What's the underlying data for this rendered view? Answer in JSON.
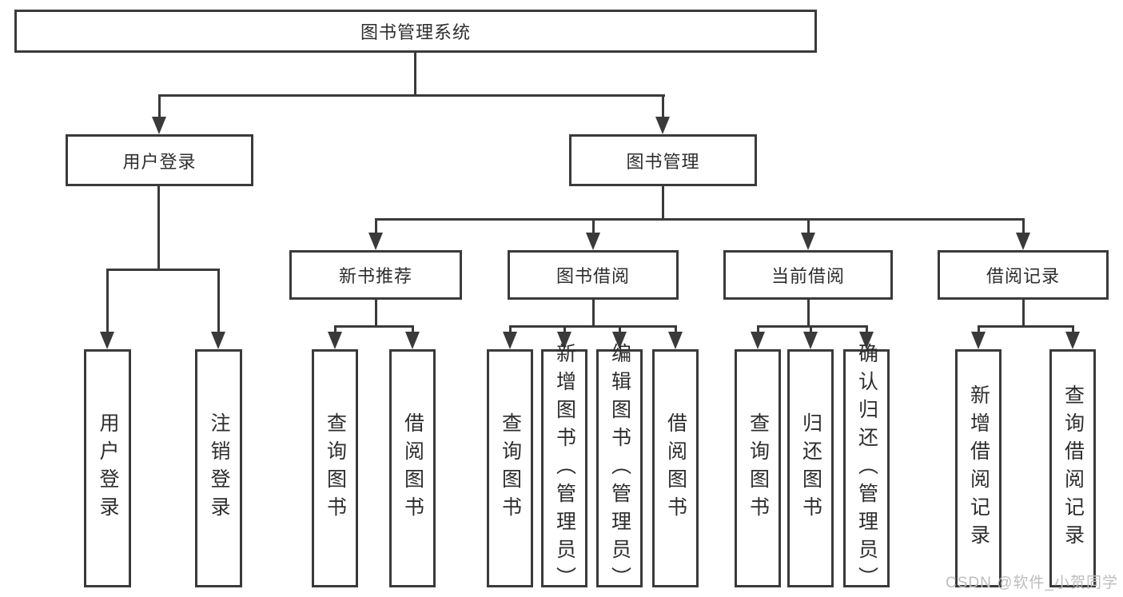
{
  "root": {
    "label": "图书管理系统"
  },
  "branches": {
    "user_login": {
      "label": "用户登录",
      "children": [
        "用户登录",
        "注销登录"
      ]
    },
    "book_management": {
      "label": "图书管理"
    }
  },
  "modules": [
    {
      "label": "新书推荐",
      "children": [
        "查询图书",
        "借阅图书"
      ]
    },
    {
      "label": "图书借阅",
      "children": [
        "查询图书",
        "新增图书（管理员）",
        "编辑图书（管理员）",
        "借阅图书"
      ]
    },
    {
      "label": "当前借阅",
      "children": [
        "查询图书",
        "归还图书",
        "确认归还（管理员）"
      ]
    },
    {
      "label": "借阅记录",
      "children": [
        "新增借阅记录",
        "查询借阅记录"
      ]
    }
  ],
  "watermark": {
    "text": "CSDN @软件_小贺同学"
  },
  "colors": {
    "line": "#3a3a3a",
    "text": "#2d2d2d",
    "background": "#ffffff",
    "watermark": "#bdbdbd"
  }
}
